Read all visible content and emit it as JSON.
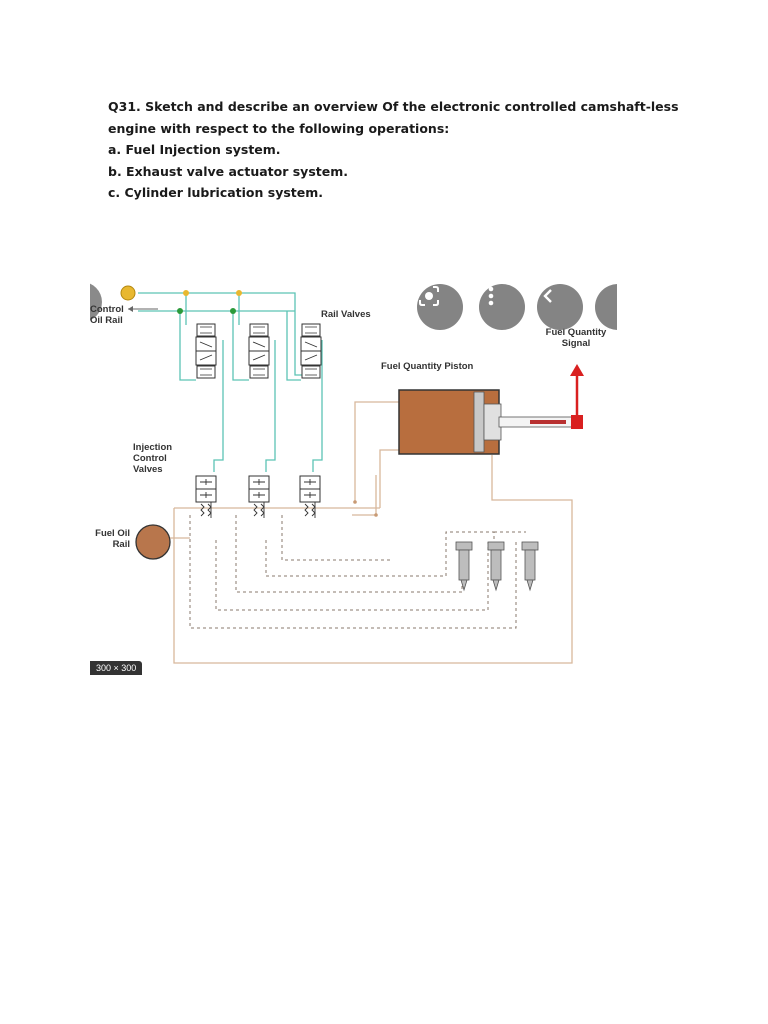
{
  "question": {
    "title": "Q31. Sketch and describe an overview Of the electronic controlled camshaft-less",
    "title_cont": "engine with respect to the following operations:",
    "items": [
      "a. Fuel Injection system.",
      "b. Exhaust valve actuator system.",
      "c. Cylinder lubrication system."
    ]
  },
  "diagram": {
    "labels": {
      "control_oil_rail_line1": "Control",
      "control_oil_rail_line2": "Oil Rail",
      "rail_valves": "Rail Valves",
      "fuel_quantity_signal_line1": "Fuel Quantity",
      "fuel_quantity_signal_line2": "Signal",
      "fuel_quantity_piston": "Fuel Quantity Piston",
      "injection_control_valves_line1": "Injection",
      "injection_control_valves_line2": "Control",
      "injection_control_valves_line3": "Valves",
      "fuel_oil_rail_line1": "Fuel Oil",
      "fuel_oil_rail_line2": "Rail"
    },
    "size_tag": "300 × 300",
    "colors": {
      "control_oil_line": "#5cc4b5",
      "control_oil_node": "#e8b830",
      "fuel_line": "#d8b89c",
      "piston_body": "#b86e3e",
      "fuel_rail": "#b8764c",
      "signal_arrow": "#d92020",
      "valve_green_dot": "#2a9a3a"
    }
  },
  "overlay": {
    "lens_icon": "lens-scan-icon",
    "more_icon": "more-vert-icon",
    "back_icon": "chevron-left-icon"
  }
}
